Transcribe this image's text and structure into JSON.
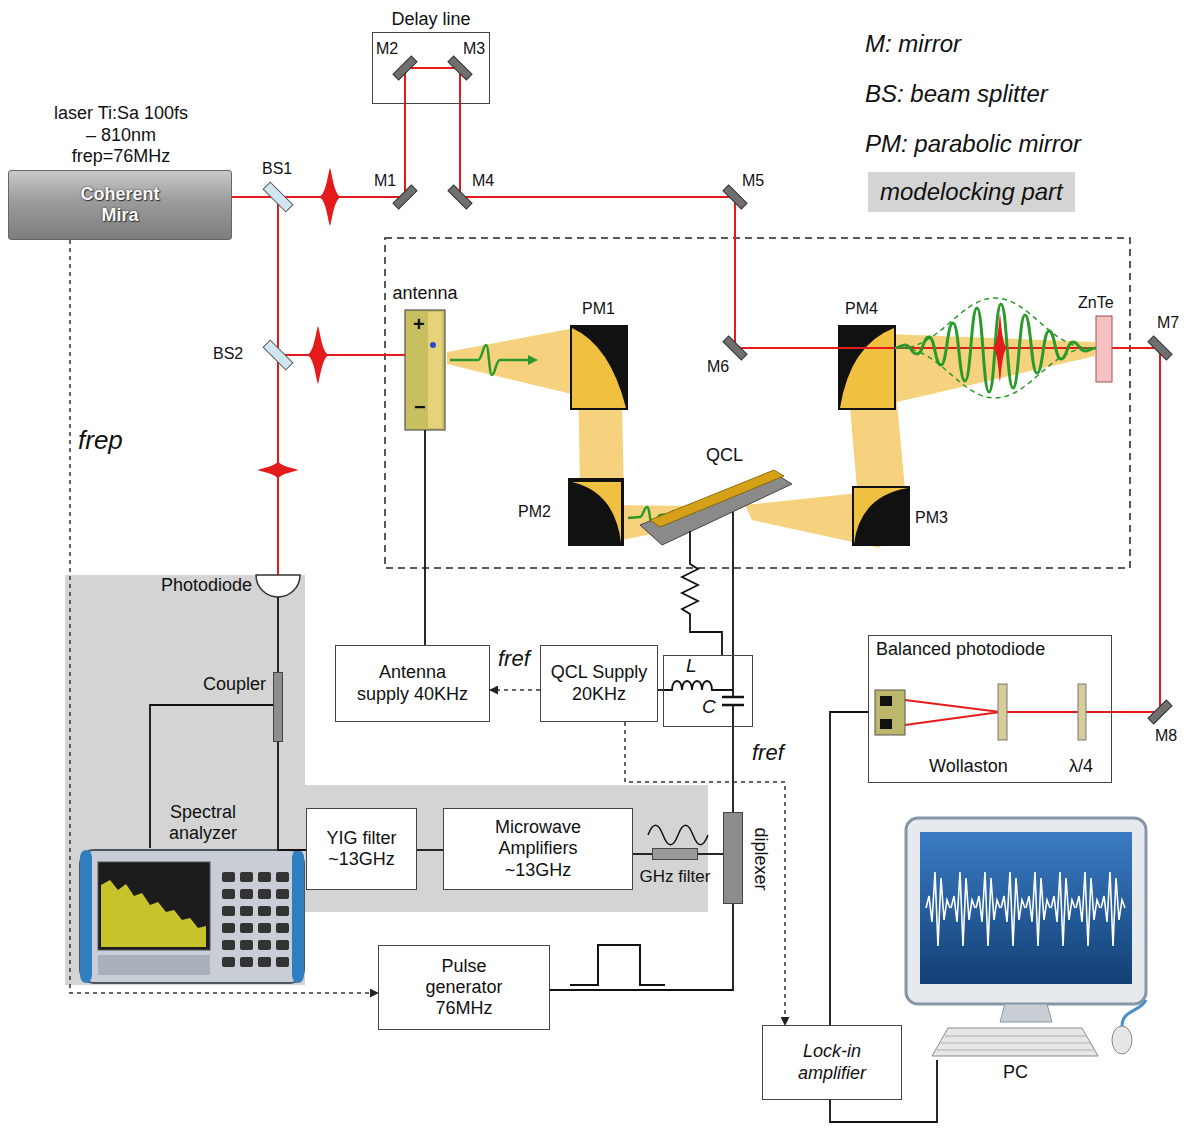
{
  "diagram": {
    "nodes": [
      {
        "text": [
          "Delay line"
        ]
      },
      {
        "text": [
          "laser Ti:Sa 100fs – 810nm frep=76MHz",
          "Coherent Mira"
        ]
      },
      {
        "text": [
          "antenna"
        ]
      },
      {
        "text": [
          "QCL"
        ]
      },
      {
        "text": [
          "Photodiode"
        ]
      },
      {
        "text": [
          "Antenna supply 40KHz"
        ]
      },
      {
        "text": [
          "QCL Supply 20KHz"
        ]
      },
      {
        "text": [
          "L",
          "C"
        ]
      },
      {
        "text": [
          "Balanced photodiode",
          "Wollaston",
          "λ/4"
        ]
      },
      {
        "text": [
          "Coupler"
        ]
      },
      {
        "text": [
          "Spectral analyzer"
        ]
      },
      {
        "text": [
          "YIG filter ~13GHz"
        ]
      },
      {
        "text": [
          "Microwave Amplifiers ~13GHz"
        ]
      },
      {
        "text": [
          "GHz filter"
        ]
      },
      {
        "text": [
          "diplexer"
        ]
      },
      {
        "text": [
          "Pulse generator 76MHz"
        ]
      },
      {
        "text": [
          "Lock-in amplifier"
        ]
      },
      {
        "text": [
          "PC"
        ]
      }
    ],
    "edges": [
      {
        "from": 4,
        "to": 9,
        "arrow": "none"
      },
      {
        "from": 9,
        "to": 10,
        "arrow": "none"
      },
      {
        "from": 9,
        "to": 11,
        "arrow": "none"
      },
      {
        "from": 11,
        "to": 12,
        "arrow": "none"
      },
      {
        "from": 12,
        "to": 13,
        "arrow": "none"
      },
      {
        "from": 13,
        "to": 14,
        "arrow": "none"
      },
      {
        "from": 14,
        "to": 7,
        "arrow": "none"
      },
      {
        "from": 7,
        "to": 3,
        "arrow": "none"
      },
      {
        "from": 7,
        "to": 3,
        "arrow": "none"
      },
      {
        "from": 6,
        "to": 7,
        "arrow": "none"
      },
      {
        "from": 6,
        "to": 5,
        "label": "fref",
        "arrow": "to"
      },
      {
        "from": 6,
        "to": 16,
        "label": "fref",
        "arrow": "to"
      },
      {
        "from": 1,
        "to": 15,
        "label": "frep",
        "arrow": "to"
      },
      {
        "from": 15,
        "to": 14,
        "arrow": "none"
      },
      {
        "from": 5,
        "to": 2,
        "arrow": "none"
      },
      {
        "from": 8,
        "to": 16,
        "arrow": "none"
      },
      {
        "from": 16,
        "to": 17,
        "arrow": "none"
      }
    ],
    "labels": [
      "M2",
      "M3",
      "M: mirror",
      "BS: beam splitter",
      "PM: parabolic mirror",
      "BS1",
      "M1",
      "M4",
      "M5",
      "PM1",
      "PM4",
      "ZnTe",
      "M7",
      "+",
      "BS2",
      "M6",
      "PM2",
      "PM3",
      "−",
      "M8"
    ],
    "legend": [
      {
        "text": "modelocking part",
        "color": "#d4d4d4"
      }
    ]
  }
}
